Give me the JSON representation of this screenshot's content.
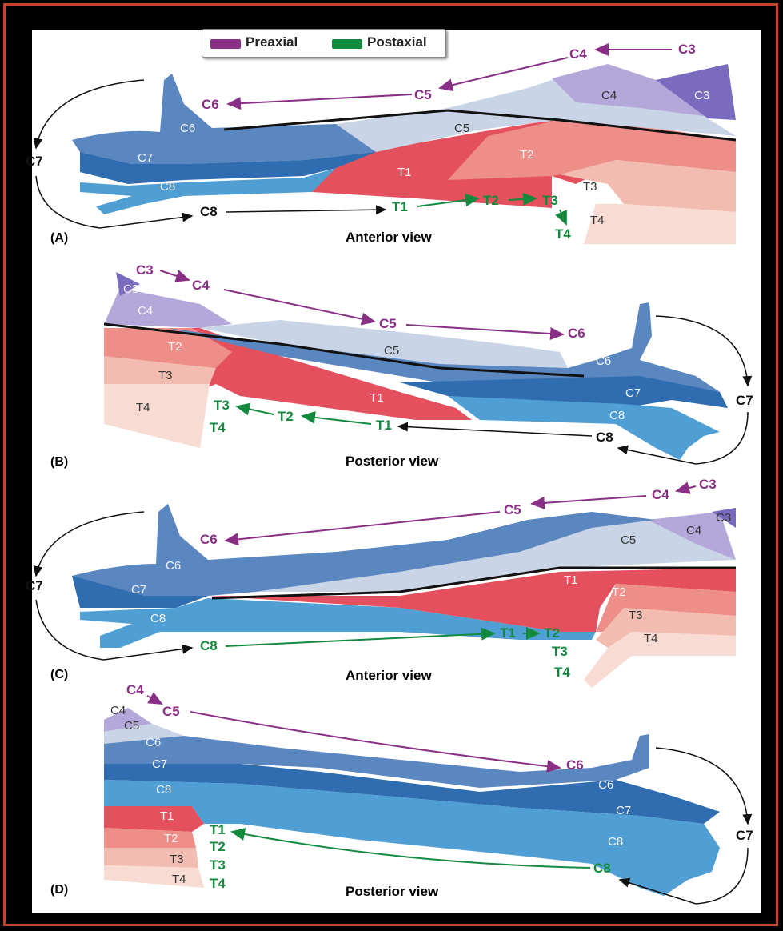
{
  "legend": {
    "preaxial": "Preaxial",
    "postaxial": "Postaxial",
    "preaxial_color": "#8a2f86",
    "postaxial_color": "#138a3e"
  },
  "panels": [
    {
      "letter": "(A)",
      "view": "Anterior view"
    },
    {
      "letter": "(B)",
      "view": "Posterior view"
    },
    {
      "letter": "(C)",
      "view": "Anterior view"
    },
    {
      "letter": "(D)",
      "view": "Posterior view"
    }
  ],
  "dermatome_colors": {
    "C3": "#7b6bbf",
    "C4": "#b3a8d9",
    "C5": "#c9d4e6",
    "C6": "#5b87c0",
    "C7": "#2f6db0",
    "C8": "#4f9fd4",
    "T1": "#e4505e",
    "T2": "#ee8e88",
    "T3": "#f3bcb0",
    "T4": "#f8dcd3"
  },
  "labels": {
    "C3": "C3",
    "C4": "C4",
    "C5": "C5",
    "C6": "C6",
    "C7": "C7",
    "C8": "C8",
    "T1": "T1",
    "T2": "T2",
    "T3": "T3",
    "T4": "T4"
  }
}
